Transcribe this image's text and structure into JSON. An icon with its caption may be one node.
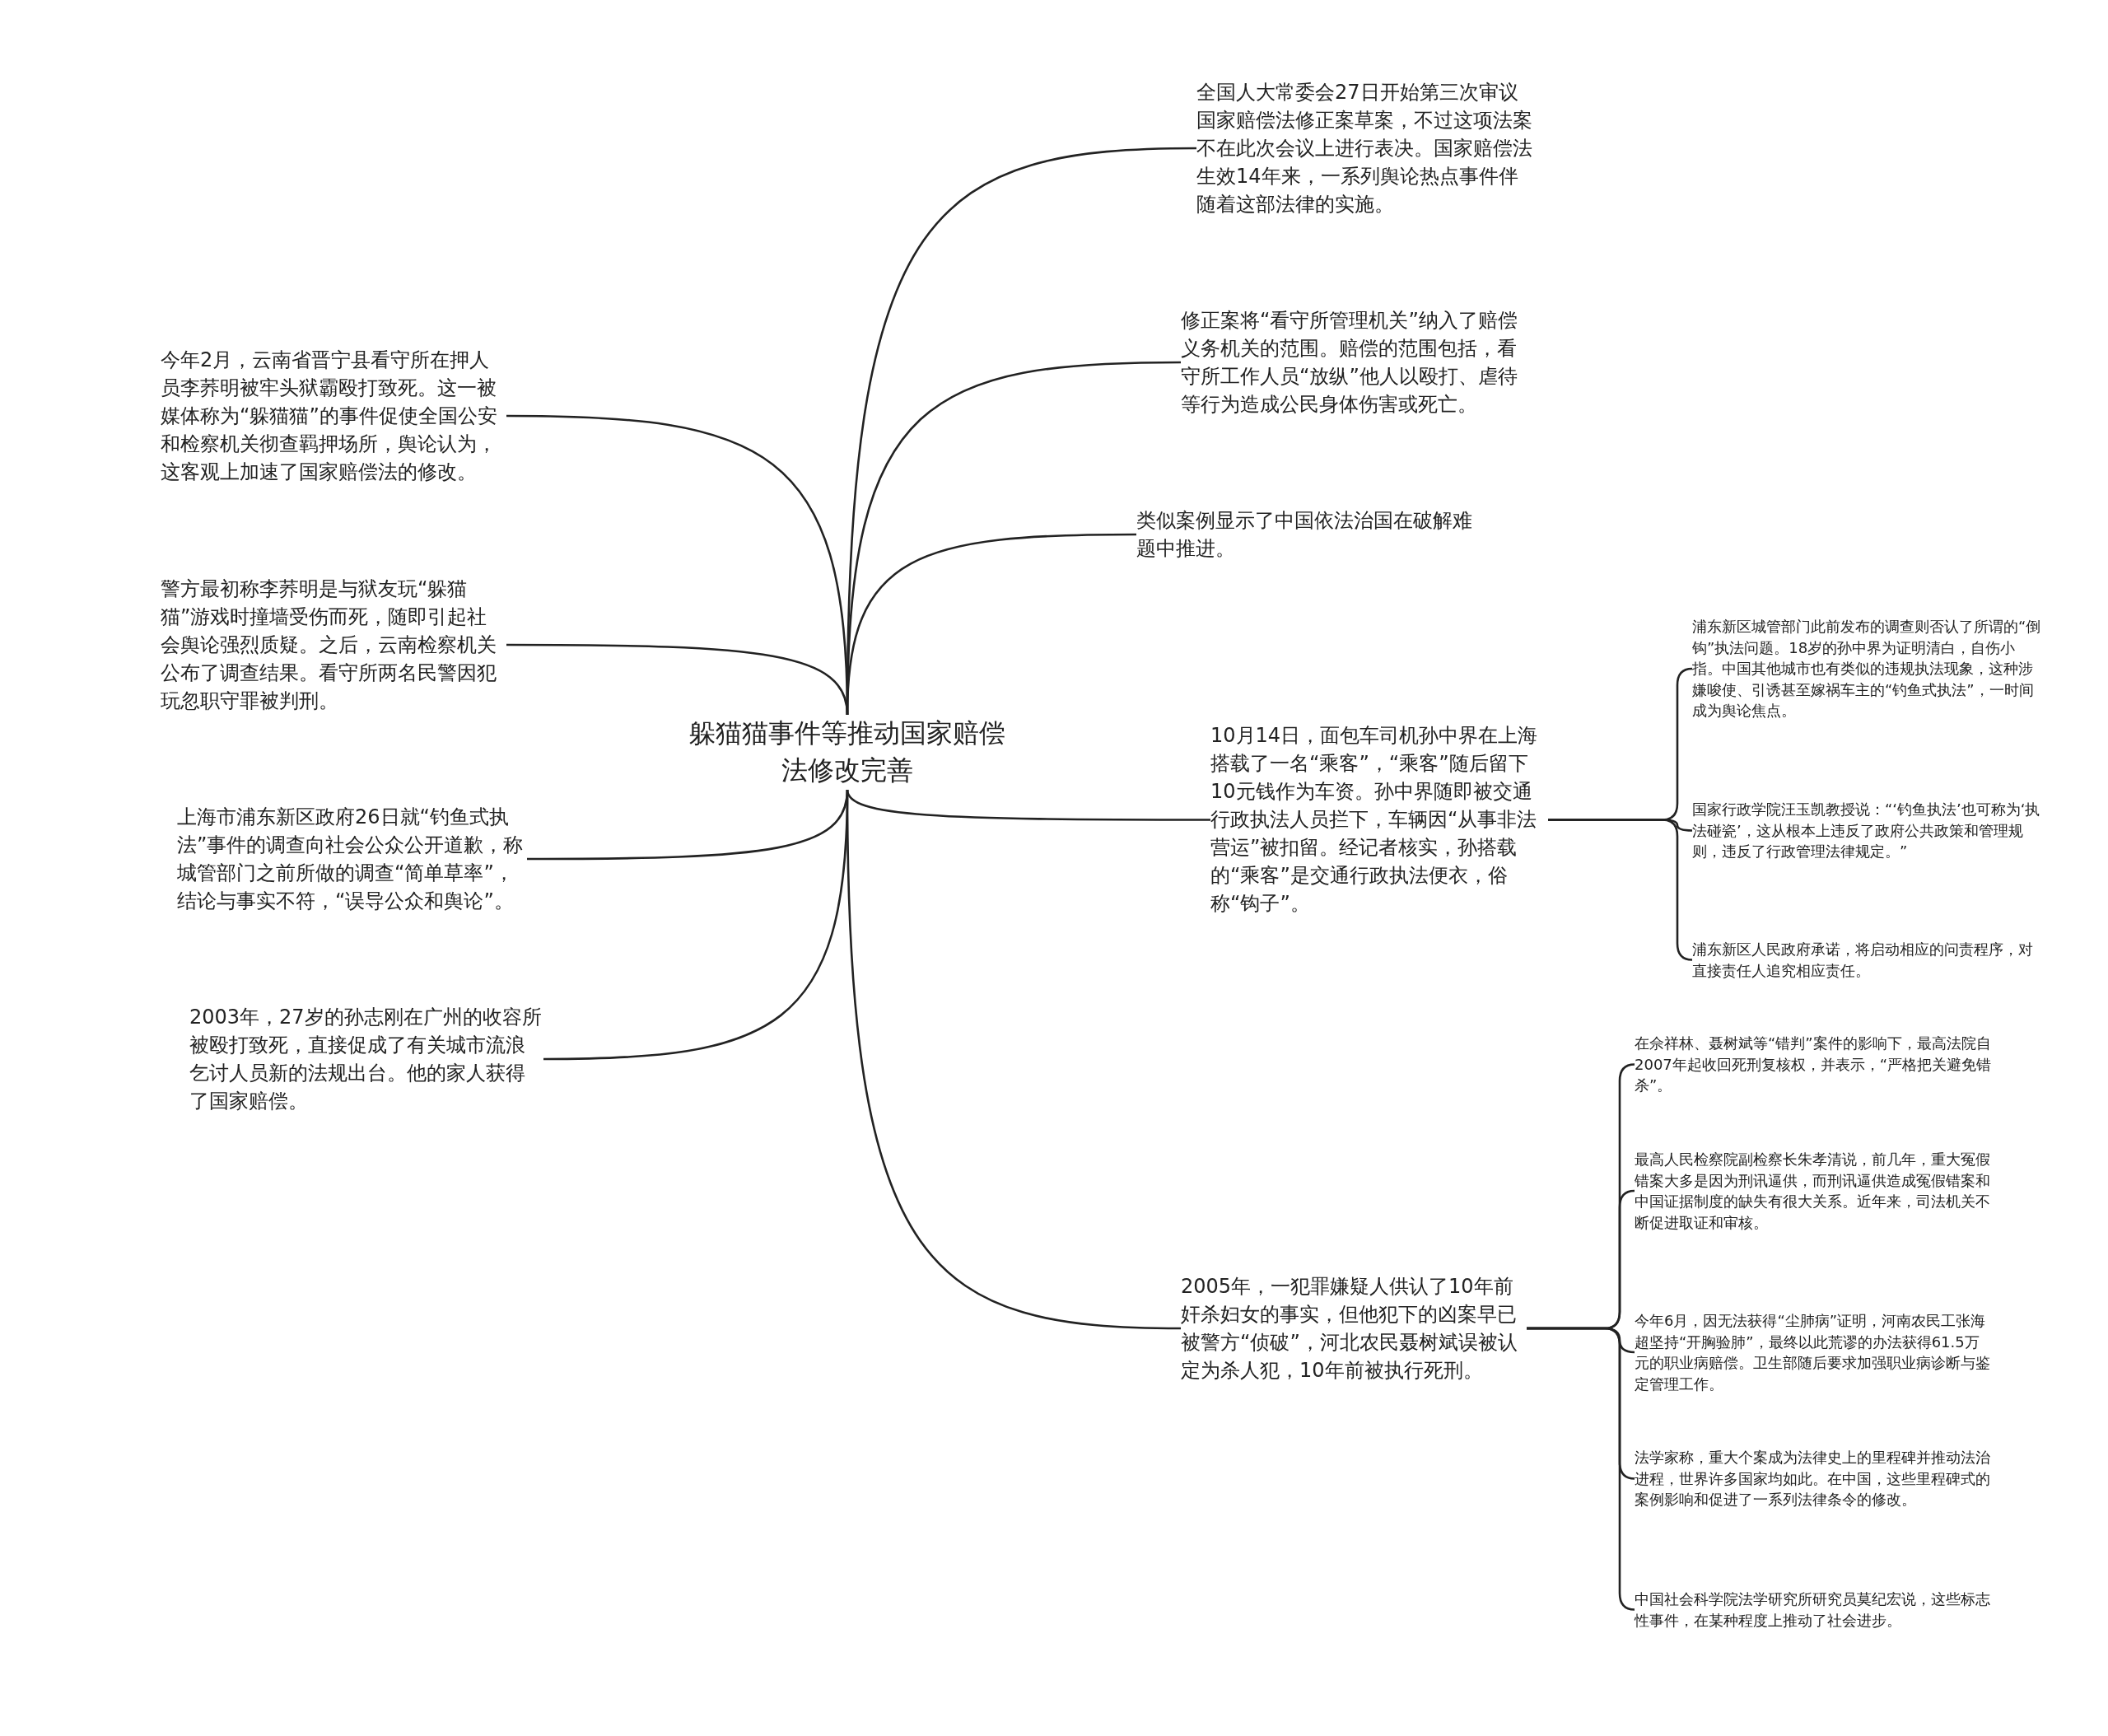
{
  "diagram": {
    "nodes": [
      {
        "text": [
          "躲猫猫事件等推动国家赔偿法修改完善"
        ]
      },
      {
        "text": [
          "全国人大常委会27日开始第三次审议国家赔偿法修正案草案，不过这项法案不在此次会议上进行表决。国家赔偿法生效14年来，一系列舆论热点事件伴随着这部法律的实施。"
        ]
      },
      {
        "text": [
          "修正案将“看守所管理机关”纳入了赔偿义务机关的范围。赔偿的范围包括，看守所工作人员“放纵”他人以殴打、虐待等行为造成公民身体伤害或死亡。"
        ]
      },
      {
        "text": [
          "类似案例显示了中国依法治国在破解难题中推进。"
        ]
      },
      {
        "text": [
          "10月14日，面包车司机孙中界在上海搭载了一名“乘客”，“乘客”随后留下10元钱作为车资。孙中界随即被交通行政执法人员拦下，车辆因“从事非法营运”被扣留。经记者核实，孙搭载的“乘客”是交通行政执法便衣，俗称“钩子”。"
        ]
      },
      {
        "text": [
          "浦东新区城管部门此前发布的调查则否认了所谓的“倒钩”执法问题。18岁的孙中界为证明清白，自伤小指。中国其他城市也有类似的违规执法现象，这种涉嫌唆使、引诱甚至嫁祸车主的“钓鱼式执法”，一时间成为舆论焦点。"
        ]
      },
      {
        "text": [
          "国家行政学院汪玉凯教授说：“‘钓鱼执法’也可称为‘执法碰瓷’，这从根本上违反了政府公共政策和管理规则，违反了行政管理法律规定。”"
        ]
      },
      {
        "text": [
          "浦东新区人民政府承诺，将启动相应的问责程序，对直接责任人追究相应责任。"
        ]
      },
      {
        "text": [
          "2005年，一犯罪嫌疑人供认了10年前奸杀妇女的事实，但他犯下的凶案早已被警方“侦破”，河北农民聂树斌误被认定为杀人犯，10年前被执行死刑。"
        ]
      },
      {
        "text": [
          "在佘祥林、聂树斌等“错判”案件的影响下，最高法院自2007年起收回死刑复核权，并表示，“严格把关避免错杀”。"
        ]
      },
      {
        "text": [
          "最高人民检察院副检察长朱孝清说，前几年，重大冤假错案大多是因为刑讯逼供，而刑讯逼供造成冤假错案和中国证据制度的缺失有很大关系。近年来，司法机关不断促进取证和审核。"
        ]
      },
      {
        "text": [
          "今年6月，因无法获得“尘肺病”证明，河南农民工张海超坚持“开胸验肺”，最终以此荒谬的办法获得61.5万元的职业病赔偿。卫生部随后要求加强职业病诊断与鉴定管理工作。"
        ]
      },
      {
        "text": [
          "法学家称，重大个案成为法律史上的里程碑并推动法治进程，世界许多国家均如此。在中国，这些里程碑式的案例影响和促进了一系列法律条令的修改。"
        ]
      },
      {
        "text": [
          "中国社会科学院法学研究所研究员莫纪宏说，这些标志性事件，在某种程度上推动了社会进步。"
        ]
      },
      {
        "text": [
          "今年2月，云南省晋宁县看守所在押人员李荞明被牢头狱霸殴打致死。这一被媒体称为“躲猫猫”的事件促使全国公安和检察机关彻查羁押场所，舆论认为，这客观上加速了国家赔偿法的修改。"
        ]
      },
      {
        "text": [
          "警方最初称李荞明是与狱友玩“躲猫猫”游戏时撞墙受伤而死，随即引起社会舆论强烈质疑。之后，云南检察机关公布了调查结果。看守所两名民警因犯玩忽职守罪被判刑。"
        ]
      },
      {
        "text": [
          "上海市浦东新区政府26日就“钓鱼式执法”事件的调查向社会公众公开道歉，称城管部门之前所做的调查“简单草率”，结论与事实不符，“误导公众和舆论”。"
        ]
      },
      {
        "text": [
          "2003年，27岁的孙志刚在广州的收容所被殴打致死，直接促成了有关城市流浪乞讨人员新的法规出台。他的家人获得了国家赔偿。"
        ]
      }
    ],
    "edges": [
      {
        "from": 0,
        "to": 1,
        "arrow": "none"
      },
      {
        "from": 0,
        "to": 2,
        "arrow": "none"
      },
      {
        "from": 0,
        "to": 3,
        "arrow": "none"
      },
      {
        "from": 0,
        "to": 4,
        "arrow": "none"
      },
      {
        "from": 4,
        "to": 5,
        "arrow": "none"
      },
      {
        "from": 4,
        "to": 6,
        "arrow": "none"
      },
      {
        "from": 4,
        "to": 7,
        "arrow": "none"
      },
      {
        "from": 0,
        "to": 8,
        "arrow": "none"
      },
      {
        "from": 8,
        "to": 9,
        "arrow": "none"
      },
      {
        "from": 8,
        "to": 10,
        "arrow": "none"
      },
      {
        "from": 8,
        "to": 11,
        "arrow": "none"
      },
      {
        "from": 8,
        "to": 12,
        "arrow": "none"
      },
      {
        "from": 8,
        "to": 13,
        "arrow": "none"
      },
      {
        "from": 0,
        "to": 14,
        "arrow": "none"
      },
      {
        "from": 0,
        "to": 15,
        "arrow": "none"
      },
      {
        "from": 0,
        "to": 16,
        "arrow": "none"
      },
      {
        "from": 0,
        "to": 17,
        "arrow": "none"
      }
    ]
  }
}
